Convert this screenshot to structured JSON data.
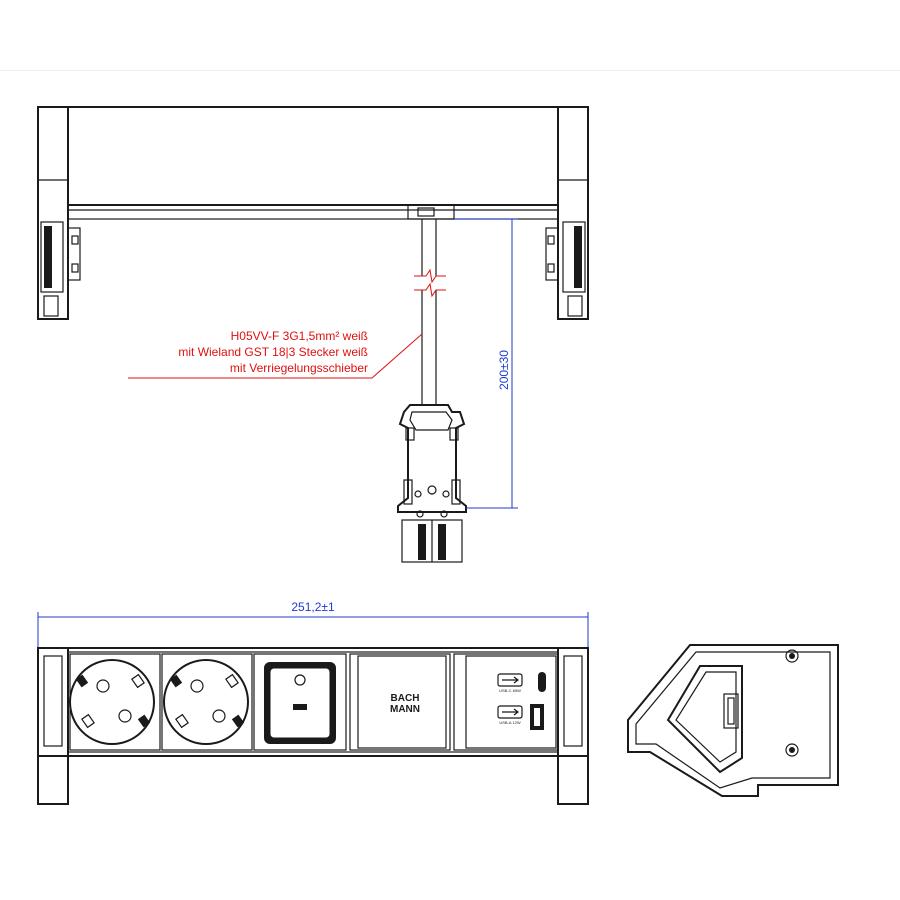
{
  "cable_note": {
    "line1": "H05VV-F 3G1,5mm² weiß",
    "line2": "mit Wieland GST 18|3 Stecker weiß",
    "line3": "mit Verriegelungsschieber"
  },
  "dimensions": {
    "cable_length": "200±30",
    "overall_width": "251,2±1"
  },
  "modules": {
    "logo_line1": "BACH",
    "logo_line2": "MANN",
    "usb_c_label": "USB-C 65W",
    "usb_a_label": "USB-A 12W"
  },
  "colors": {
    "annotation": "#e01010",
    "dimension": "#1f3bd1",
    "outline": "#1a1a1a"
  }
}
